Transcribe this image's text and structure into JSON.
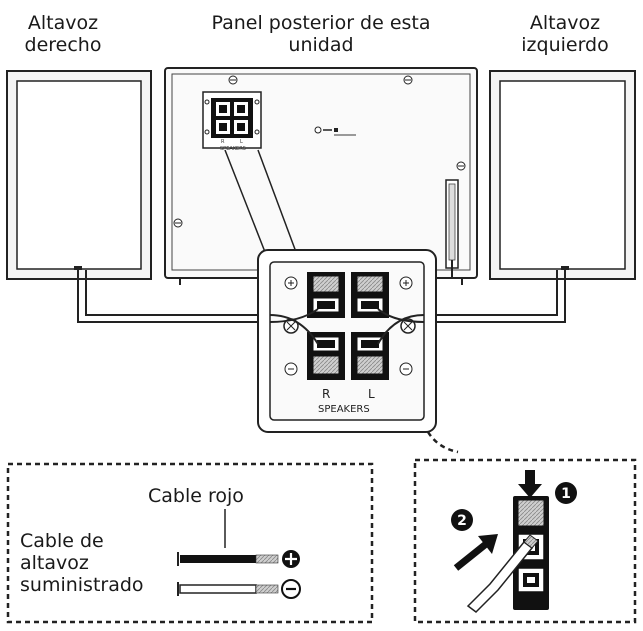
{
  "labels": {
    "right_speaker_line1": "Altavoz",
    "right_speaker_line2": "derecho",
    "rear_panel_line1": "Panel posterior de esta",
    "rear_panel_line2": "unidad",
    "left_speaker_line1": "Altavoz",
    "left_speaker_line2": "izquierdo",
    "red_cable": "Cable rojo",
    "supplied_cable_line1": "Cable de",
    "supplied_cable_line2": "altavoz",
    "supplied_cable_line3": "suministrado"
  },
  "terminal": {
    "r": "R",
    "l": "L",
    "speakers": "SPEAKERS",
    "small_r": "R",
    "small_l": "L",
    "small_speakers": "SPEAKERS"
  },
  "steps": {
    "one": "1",
    "two": "2"
  }
}
